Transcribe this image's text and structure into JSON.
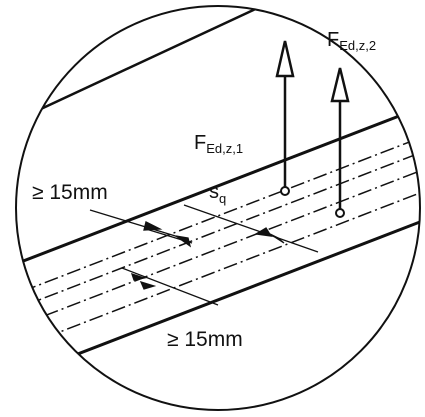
{
  "diagram": {
    "labels": {
      "force_1": {
        "main": "F",
        "sub": "Ed,z,1"
      },
      "force_2": {
        "main": "F",
        "sub": "Ed,z,2"
      },
      "spacing": {
        "main": "s",
        "sub": "q"
      },
      "edge_distance_left": "≥ 15mm",
      "edge_distance_bottom": "≥ 15mm"
    },
    "colors": {
      "line": "#111111",
      "background": "#ffffff"
    }
  }
}
